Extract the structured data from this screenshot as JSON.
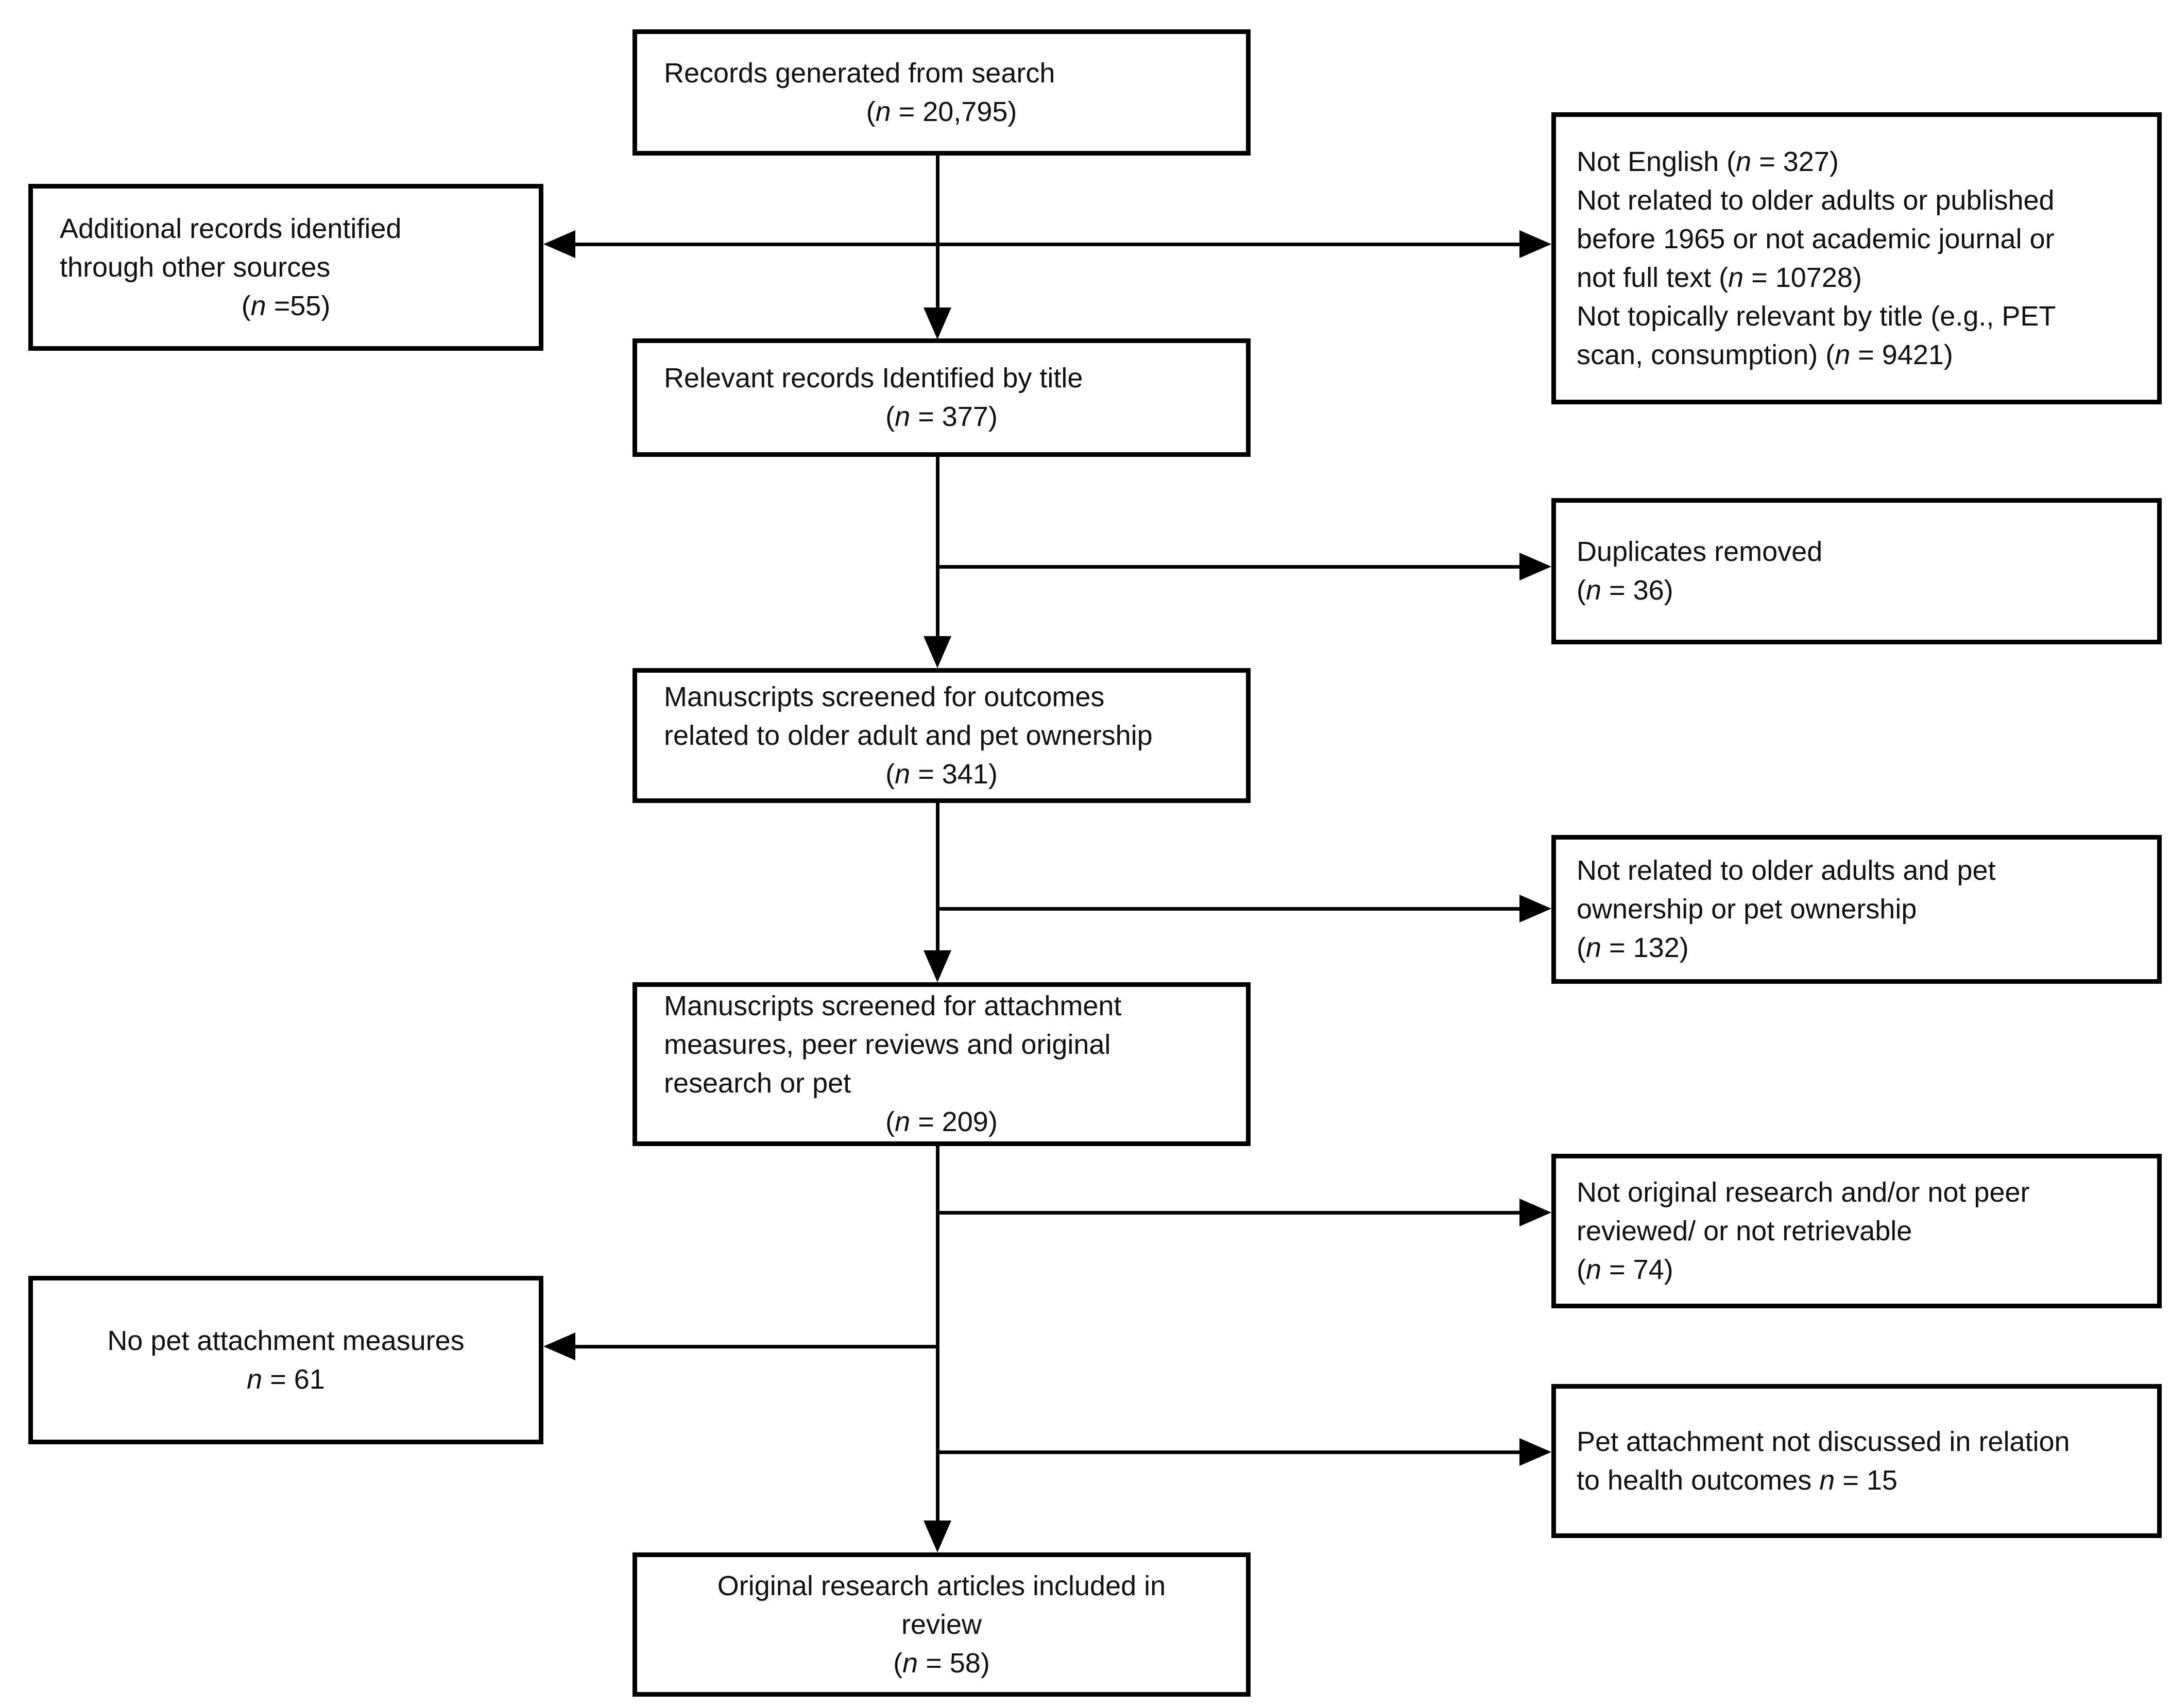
{
  "diagram": {
    "colors": {
      "border": "#000000",
      "text": "#111111",
      "background": "#ffffff"
    },
    "boxes": {
      "records_search": {
        "lines": [
          "Records generated from search"
        ],
        "n_line": "(n = 20,795)"
      },
      "additional_sources": {
        "lines": [
          "Additional records identified",
          "through other sources"
        ],
        "n_line": "(n =55)"
      },
      "not_relevant_title": {
        "lines": [
          "Not English (n = 327)",
          "Not related to older adults or published",
          "before 1965 or not academic journal or",
          "not full text (n = 10728)",
          "Not topically relevant by title (e.g., PET",
          "scan, consumption) (n = 9421)"
        ]
      },
      "relevant_by_title": {
        "lines": [
          "Relevant records Identified by title"
        ],
        "n_line": "(n = 377)"
      },
      "duplicates_removed": {
        "lines": [
          "Duplicates removed",
          "(n = 36)"
        ]
      },
      "screened_outcomes": {
        "lines": [
          "Manuscripts screened for outcomes",
          "related to older adult and pet ownership"
        ],
        "n_line": "(n = 341)"
      },
      "not_related_ownership": {
        "lines": [
          "Not related to older adults and pet",
          "ownership or pet ownership",
          "(n = 132)"
        ]
      },
      "screened_attachment": {
        "lines": [
          "Manuscripts screened for attachment",
          "measures, peer reviews and original",
          "research or pet"
        ],
        "n_line": "(n = 209)"
      },
      "not_original_research": {
        "lines": [
          "Not original research and/or not peer",
          "reviewed/ or not retrievable",
          "(n = 74)"
        ]
      },
      "no_attachment_measures": {
        "lines": [
          "No pet attachment measures",
          "n = 61"
        ]
      },
      "not_discussed_health": {
        "lines": [
          "Pet attachment not discussed in relation",
          "to health outcomes n = 15"
        ]
      },
      "included_review": {
        "lines": [
          "Original research articles included in",
          "review",
          "(n = 58)"
        ]
      }
    }
  }
}
